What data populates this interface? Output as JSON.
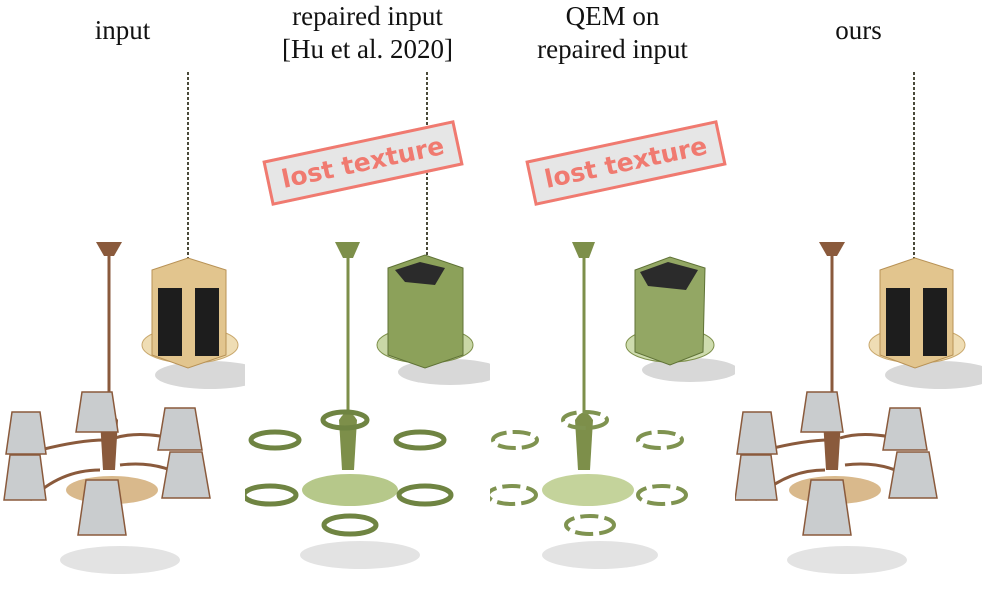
{
  "figure": {
    "columns": [
      {
        "id": "input",
        "title_lines": [
          "input"
        ],
        "colors": {
          "metal": "#8a5a3c",
          "shade": "#c9ccce",
          "body": "#e2c58e",
          "panel": "#1d1d1d",
          "base": "#efddb4"
        }
      },
      {
        "id": "repaired",
        "title_lines": [
          "repaired input",
          "[Hu et al. 2020]"
        ],
        "badge": "lost texture",
        "colors": {
          "metal": "#7d8f4a",
          "shade": "#9fb070",
          "body": "#8ca15a",
          "panel": "#6f8442",
          "base": "#c9d7a6"
        }
      },
      {
        "id": "qem",
        "title_lines": [
          "QEM on",
          "repaired input"
        ],
        "badge": "lost texture",
        "colors": {
          "metal": "#7d8f4a",
          "shade": "#a9b97c",
          "body": "#93a764",
          "panel": "#7f9350",
          "base": "#cedcae"
        }
      },
      {
        "id": "ours",
        "title_lines": [
          "ours"
        ],
        "colors": {
          "metal": "#8a5a3c",
          "shade": "#c9ccce",
          "body": "#e2c58e",
          "panel": "#1d1d1d",
          "base": "#efddb4"
        }
      }
    ],
    "badge_color": "#f07a70"
  }
}
